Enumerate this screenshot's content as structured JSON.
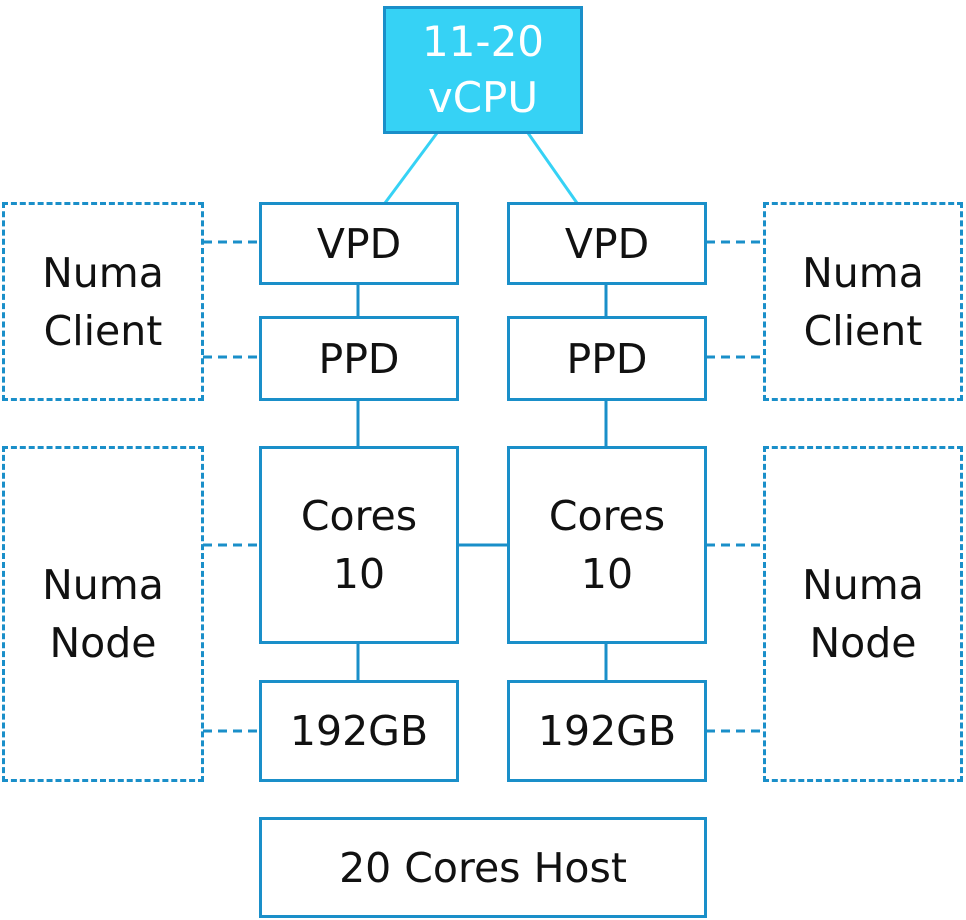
{
  "top": {
    "line1": "11-20",
    "line2": "vCPU"
  },
  "left": {
    "vpd": "VPD",
    "ppd": "PPD",
    "cores_line1": "Cores",
    "cores_line2": "10",
    "memory": "192GB",
    "numa_client_line1": "Numa",
    "numa_client_line2": "Client",
    "numa_node_line1": "Numa",
    "numa_node_line2": "Node"
  },
  "right": {
    "vpd": "VPD",
    "ppd": "PPD",
    "cores_line1": "Cores",
    "cores_line2": "10",
    "memory": "192GB",
    "numa_client_line1": "Numa",
    "numa_client_line2": "Client",
    "numa_node_line1": "Numa",
    "numa_node_line2": "Node"
  },
  "host": "20 Cores Host",
  "colors": {
    "border": "#1a8fc9",
    "vcpu_fill": "#36d2f5",
    "connector_cyan": "#36d2f5"
  }
}
